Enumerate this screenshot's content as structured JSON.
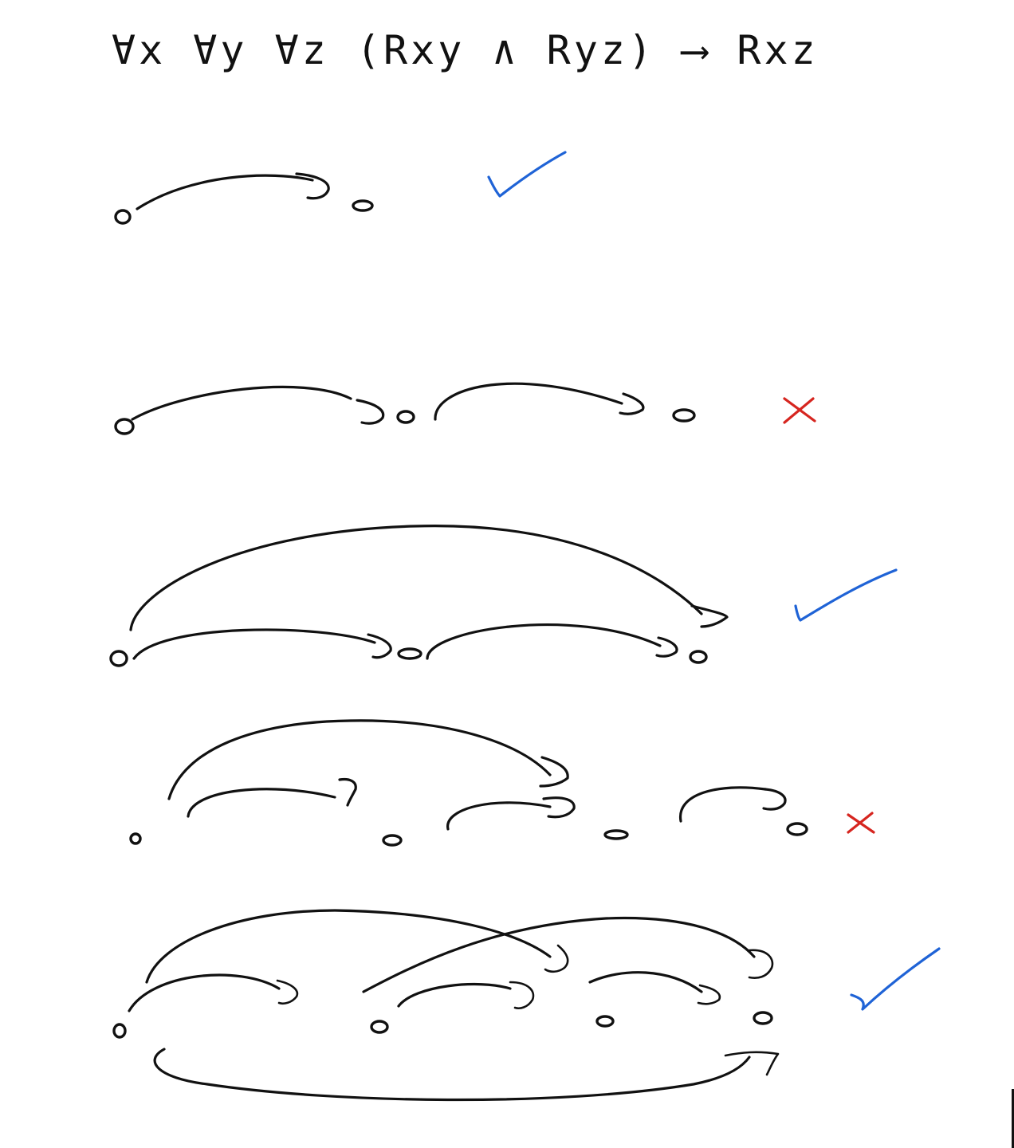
{
  "formula": {
    "text": "∀x  ∀y  ∀z  (Rxy ∧ Ryz) ⟶ Rxz"
  },
  "colors": {
    "ink": "#111111",
    "check": "#1f63d6",
    "cross": "#d6251f",
    "background": "#ffffff"
  },
  "examples": [
    {
      "verdict": "check"
    },
    {
      "verdict": "cross"
    },
    {
      "verdict": "check"
    },
    {
      "verdict": "cross"
    },
    {
      "verdict": "check"
    }
  ]
}
